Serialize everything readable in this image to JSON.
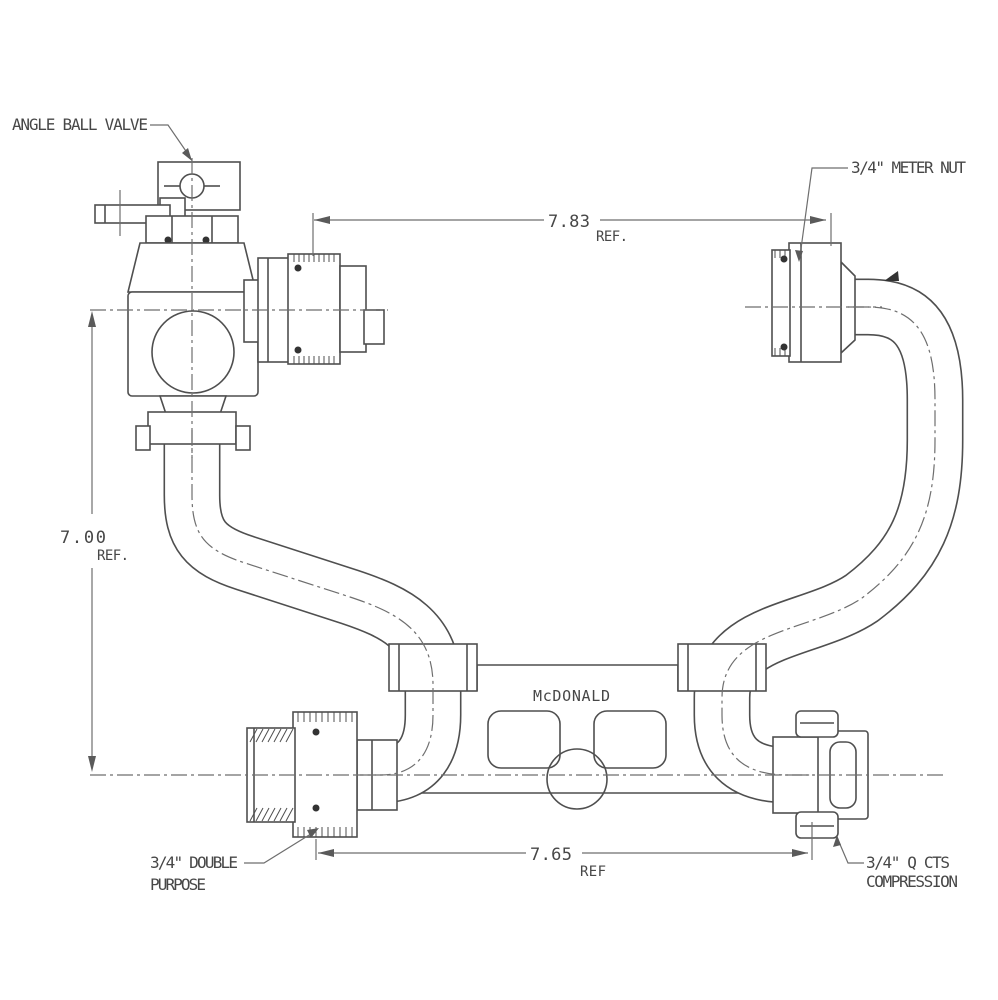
{
  "drawing": {
    "brand_label": "McDONALD",
    "labels": {
      "angle_ball_valve": "ANGLE BALL VALVE",
      "meter_nut": "3/4\" METER NUT",
      "double_purpose_line1": "3/4\" DOUBLE",
      "double_purpose_line2": "PURPOSE",
      "cts_compression_line1": "3/4\" Q CTS",
      "cts_compression_line2": "COMPRESSION"
    },
    "dimensions": {
      "top_width": {
        "value": "7.83",
        "ref_label": "REF."
      },
      "height": {
        "value": "7.00",
        "ref_label": "REF."
      },
      "bottom_width": {
        "value": "7.65",
        "ref_label": "REF"
      }
    },
    "colors": {
      "line": "#4f4f4f",
      "dim": "#6e6e6e",
      "text": "#474747",
      "background": "#ffffff"
    }
  }
}
